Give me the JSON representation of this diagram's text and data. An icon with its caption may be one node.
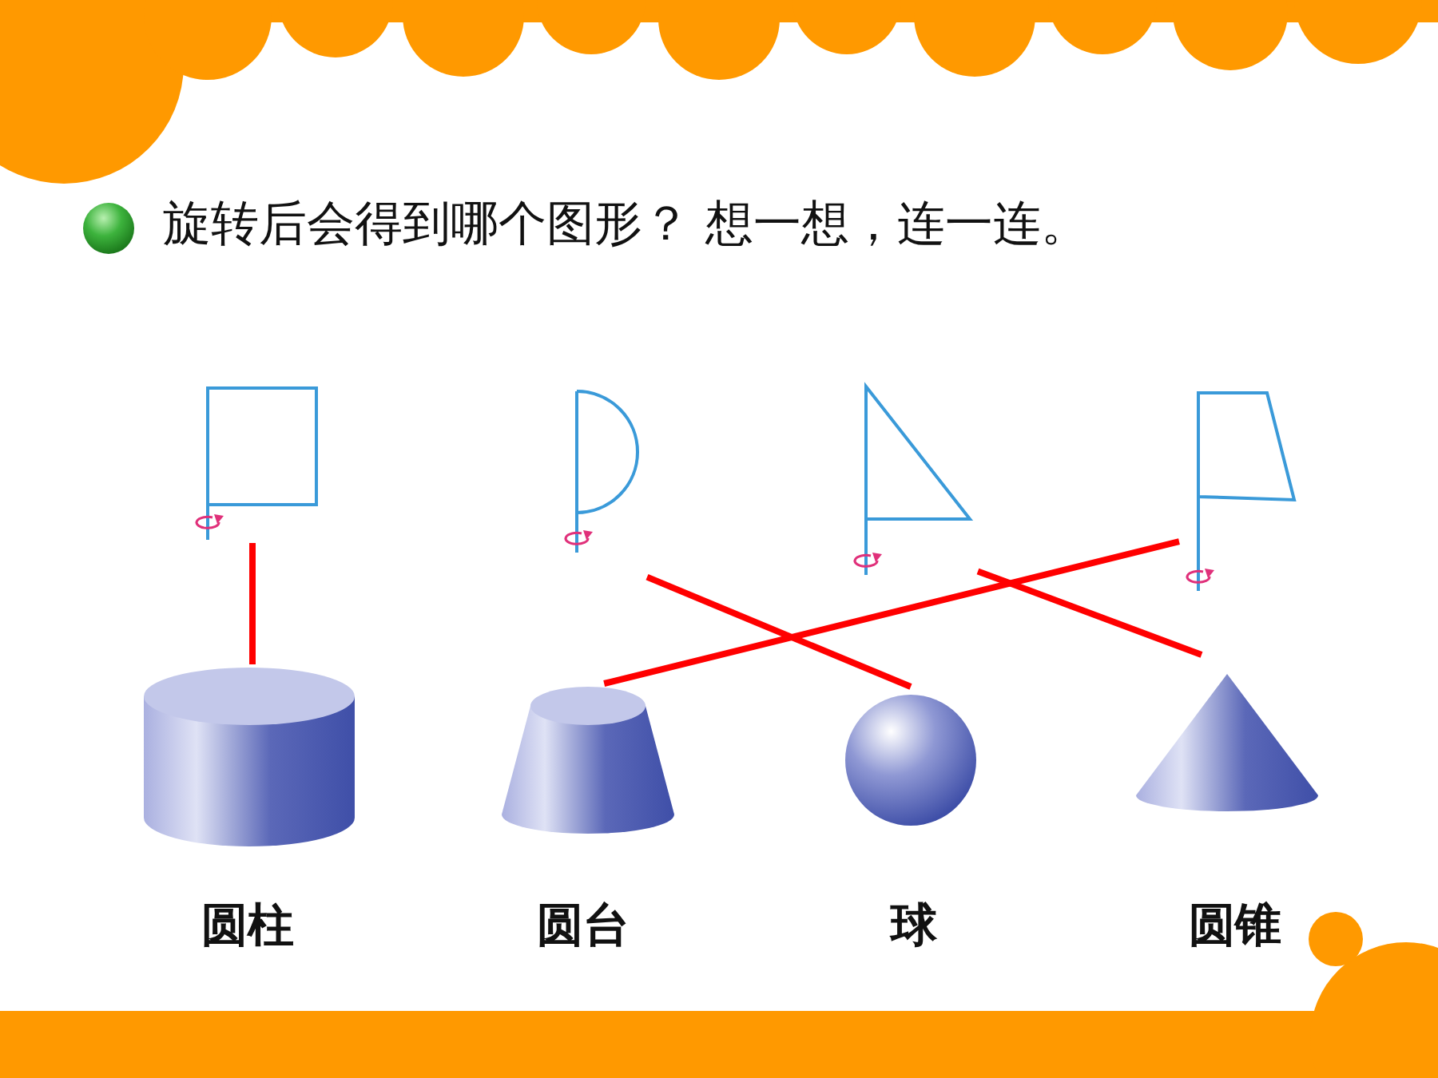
{
  "diagram": {
    "title": "旋转后会得到哪个图形？ 想一想，连一连。",
    "nodes": [
      {
        "text": [],
        "shape": "picture"
      },
      {
        "text": [],
        "shape": "picture"
      },
      {
        "text": [],
        "shape": "picture"
      },
      {
        "text": [],
        "shape": "picture"
      },
      {
        "text": [],
        "shape": "picture",
        "beside": [
          "圆柱"
        ]
      },
      {
        "text": [],
        "shape": "picture",
        "beside": [
          "圆台"
        ]
      },
      {
        "text": [],
        "shape": "picture",
        "beside": [
          "球"
        ]
      },
      {
        "text": [],
        "shape": "picture",
        "beside": [
          "圆锥"
        ]
      }
    ],
    "edges": [
      {
        "from": 0,
        "to": 4,
        "arrow": "none"
      },
      {
        "from": 1,
        "to": 6,
        "arrow": "none"
      },
      {
        "from": 2,
        "to": 7,
        "arrow": "none"
      },
      {
        "from": 3,
        "to": 5,
        "arrow": "none"
      }
    ]
  }
}
